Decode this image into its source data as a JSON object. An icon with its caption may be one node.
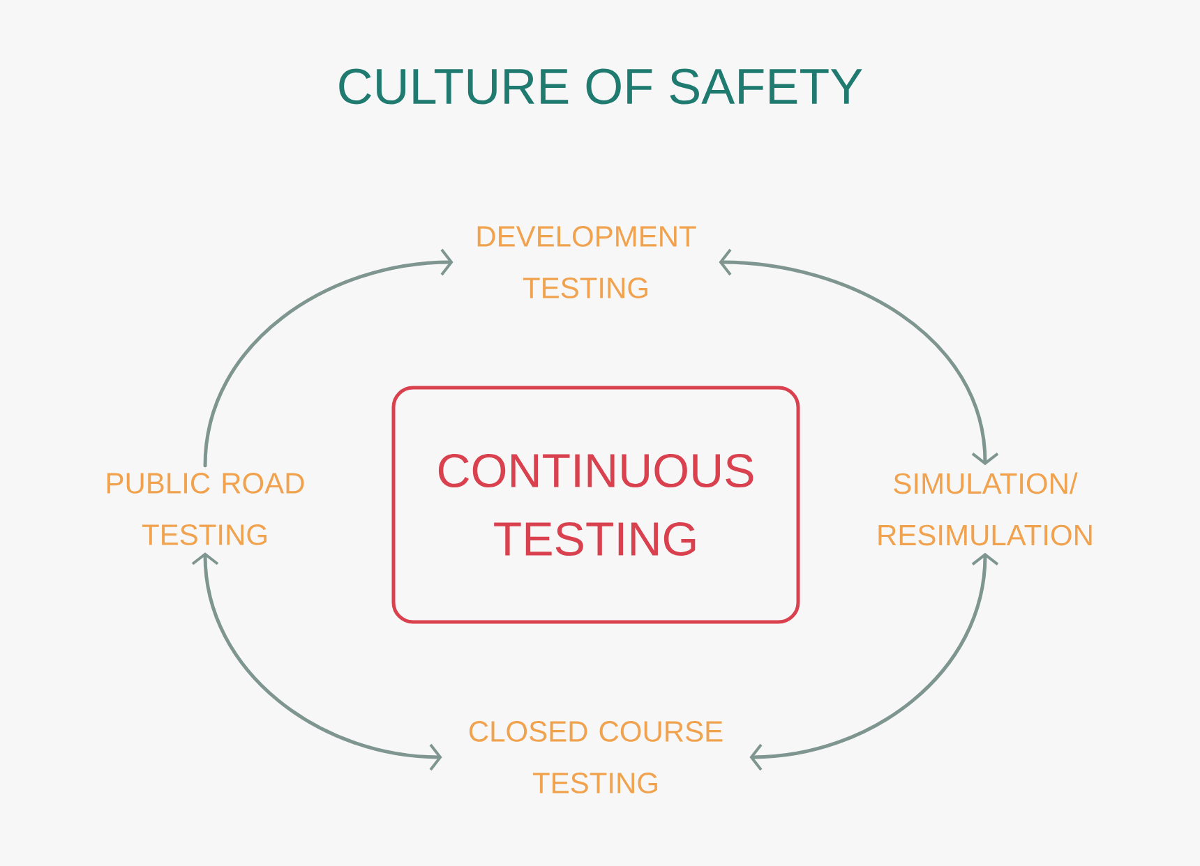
{
  "diagram": {
    "title": "CULTURE OF SAFETY",
    "nodes": [
      {
        "text": [
          "DEVELOPMENT TESTING"
        ]
      },
      {
        "text": [
          "SIMULATION/ RESIMULATION"
        ]
      },
      {
        "text": [
          "CLOSED COURSE TESTING"
        ]
      },
      {
        "text": [
          "PUBLIC ROAD TESTING"
        ]
      },
      {
        "text": [
          "CONTINUOUS TESTING"
        ]
      }
    ],
    "edges": [
      {
        "from": 3,
        "to": 0,
        "arrow": "to"
      },
      {
        "from": 0,
        "to": 1,
        "arrow": "both"
      },
      {
        "from": 1,
        "to": 2,
        "arrow": "both"
      },
      {
        "from": 2,
        "to": 3,
        "arrow": "both"
      }
    ]
  }
}
